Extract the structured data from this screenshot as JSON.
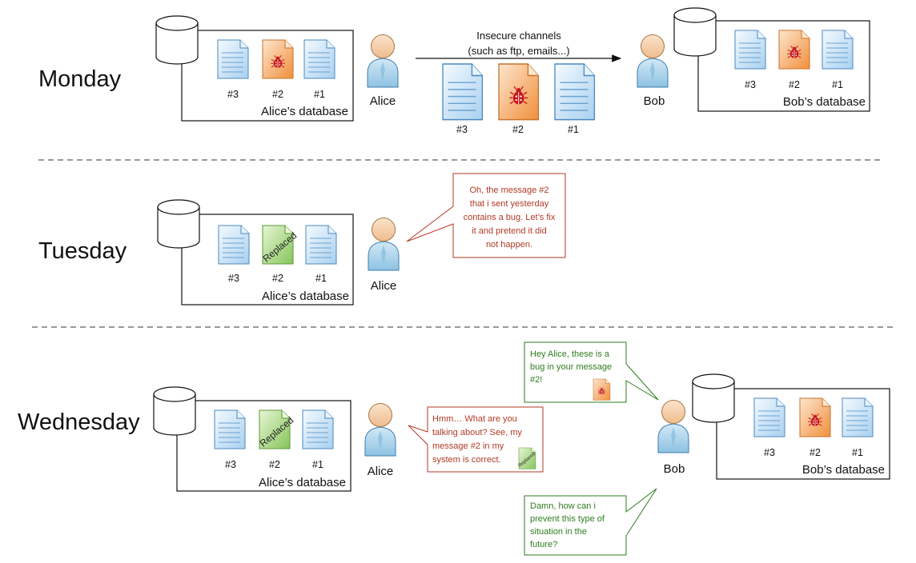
{
  "days": {
    "monday": "Monday",
    "tuesday": "Tuesday",
    "wednesday": "Wednesday"
  },
  "people": {
    "alice": "Alice",
    "bob": "Bob"
  },
  "databases": {
    "alice": "Alice’s database",
    "bob": "Bob’s database"
  },
  "messages": {
    "m3": "#3",
    "m2": "#2",
    "m1": "#1"
  },
  "channel": {
    "line1": "Insecure channels",
    "line2": "(such as ftp, emails...)"
  },
  "replaced_label": "Replaced",
  "bubbles": {
    "alice_tuesday": [
      "Oh, the message #2",
      "that i sent yesterday",
      "contains a bug. Let’s fix",
      "it and pretend it did",
      "not happen."
    ],
    "alice_wednesday": [
      "Hmm… What are you",
      "talking about? See, my",
      "message #2 in my",
      "system is correct."
    ],
    "bob_top": [
      "Hey Alice, these is a",
      "bug in your message",
      "#2!"
    ],
    "bob_bottom": [
      "Damn, how can i",
      "prevent this type of",
      "situation in the",
      "future?"
    ]
  },
  "colors": {
    "doc_blue": "#b9d9f2",
    "doc_orange": "#f5a35c",
    "doc_green": "#98cf6e",
    "bug_red": "#c8171e",
    "bubble_red": "#b23a24",
    "bubble_green": "#2e7d1e"
  },
  "icons": {
    "database": "database-cylinder-icon",
    "document": "document-icon",
    "bug": "bug-icon",
    "person": "person-icon"
  }
}
